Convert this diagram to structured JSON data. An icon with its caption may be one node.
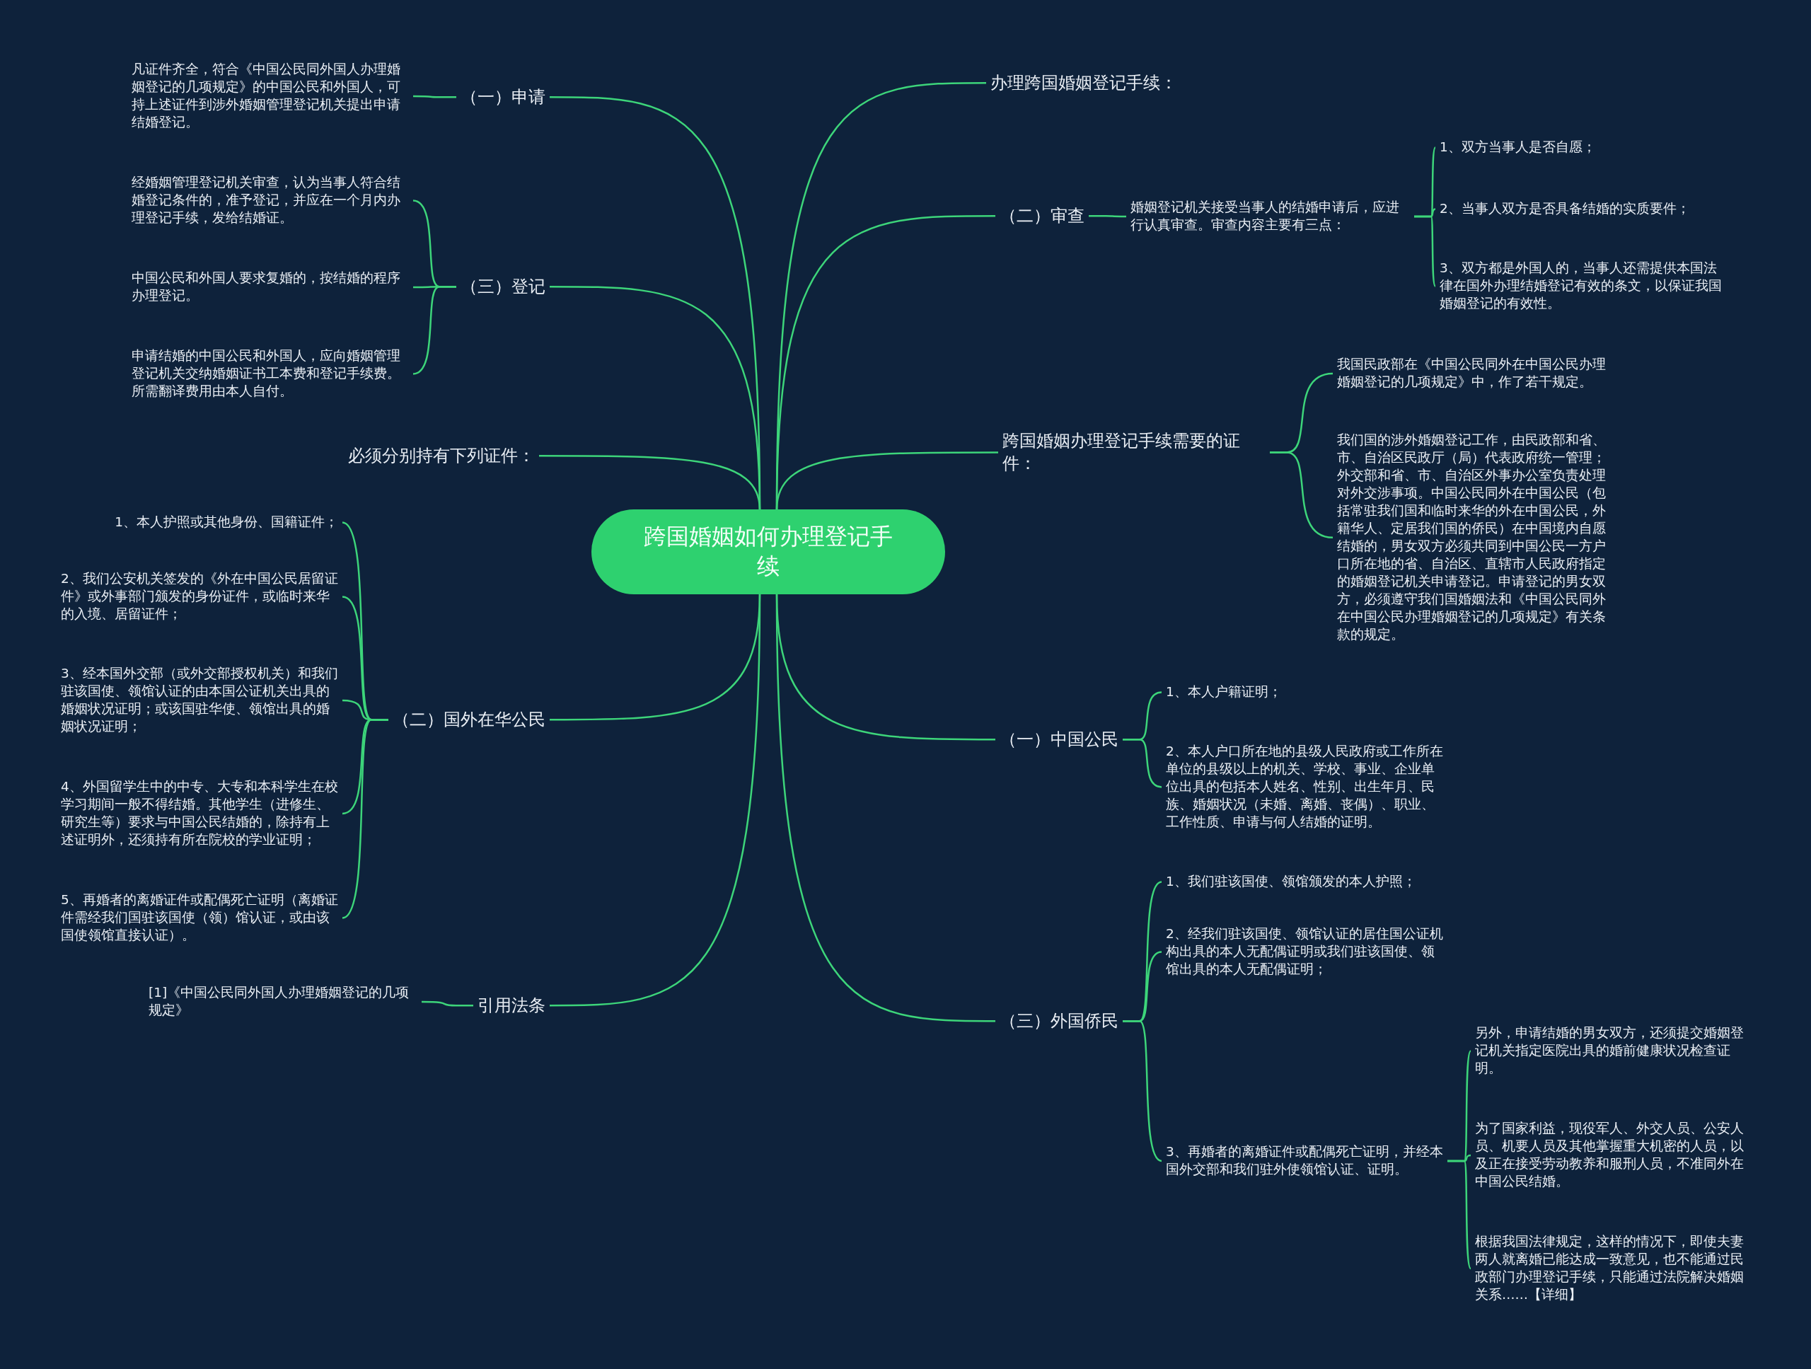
{
  "diagram": {
    "nodes": [
      {
        "text": [
          "跨国婚姻如何办理登记手续"
        ]
      },
      {
        "text": [
          "（一）申请"
        ]
      },
      {
        "text": [
          "凡证件齐全，符合《中国公民同外国人办理婚姻登记的几项规定》的中国公民和外国人，可持上述证件到涉外婚姻管理登记机关提出申请结婚登记。"
        ]
      },
      {
        "text": [
          "（三）登记"
        ]
      },
      {
        "text": [
          "经婚姻管理登记机关审查，认为当事人符合结婚登记条件的，准予登记，并应在一个月内办理登记手续，发给结婚证。"
        ]
      },
      {
        "text": [
          "中国公民和外国人要求复婚的，按结婚的程序办理登记。"
        ]
      },
      {
        "text": [
          "申请结婚的中国公民和外国人，应向婚姻管理登记机关交纳婚姻证书工本费和登记手续费。所需翻译费用由本人自付。"
        ]
      },
      {
        "text": [
          "必须分别持有下列证件："
        ]
      },
      {
        "text": [
          "（二）国外在华公民"
        ]
      },
      {
        "text": [
          "1、本人护照或其他身份、国籍证件；"
        ]
      },
      {
        "text": [
          "2、我们公安机关签发的《外在中国公民居留证件》或外事部门颁发的身份证件，或临时来华的入境、居留证件；"
        ]
      },
      {
        "text": [
          "3、经本国外交部（或外交部授权机关）和我们驻该国使、领馆认证的由本国公证机关出具的婚姻状况证明；或该国驻华使、领馆出具的婚姻状况证明；"
        ]
      },
      {
        "text": [
          "4、外国留学生中的中专、大专和本科学生在校学习期间一般不得结婚。其他学生（进修生、研究生等）要求与中国公民结婚的，除持有上述证明外，还须持有所在院校的学业证明；"
        ]
      },
      {
        "text": [
          "5、再婚者的离婚证件或配偶死亡证明（离婚证件需经我们国驻该国使（领）馆认证，或由该国使领馆直接认证）。"
        ]
      },
      {
        "text": [
          "引用法条"
        ]
      },
      {
        "text": [
          "[1]《中国公民同外国人办理婚姻登记的几项规定》"
        ]
      },
      {
        "text": [
          "办理跨国婚姻登记手续："
        ]
      },
      {
        "text": [
          "（二）审查"
        ]
      },
      {
        "text": [
          "婚姻登记机关接受当事人的结婚申请后，应进行认真审查。审查内容主要有三点："
        ]
      },
      {
        "text": [
          "1、双方当事人是否自愿；"
        ]
      },
      {
        "text": [
          "2、当事人双方是否具备结婚的实质要件；"
        ]
      },
      {
        "text": [
          "3、双方都是外国人的，当事人还需提供本国法律在国外办理结婚登记有效的条文，以保证我国婚姻登记的有效性。"
        ]
      },
      {
        "text": [
          "跨国婚姻办理登记手续需要的证件："
        ]
      },
      {
        "text": [
          "我国民政部在《中国公民同外在中国公民办理婚姻登记的几项规定》中，作了若干规定。"
        ]
      },
      {
        "text": [
          "我们国的涉外婚姻登记工作，由民政部和省、市、自治区民政厅（局）代表政府统一管理；外交部和省、市、自治区外事办公室负责处理对外交涉事项。中国公民同外在中国公民（包括常驻我们国和临时来华的外在中国公民，外籍华人、定居我们国的侨民）在中国境内自愿结婚的，男女双方必须共同到中国公民一方户口所在地的省、自治区、直辖市人民政府指定的婚姻登记机关申请登记。申请登记的男女双方，必须遵守我们国婚姻法和《中国公民同外在中国公民办理婚姻登记的几项规定》有关条款的规定。"
        ]
      },
      {
        "text": [
          "（一）中国公民"
        ]
      },
      {
        "text": [
          "1、本人户籍证明；"
        ]
      },
      {
        "text": [
          "2、本人户口所在地的县级人民政府或工作所在单位的县级以上的机关、学校、事业、企业单位出具的包括本人姓名、性别、出生年月、民族、婚姻状况（未婚、离婚、丧偶）、职业、工作性质、申请与何人结婚的证明。"
        ]
      },
      {
        "text": [
          "（三）外国侨民"
        ]
      },
      {
        "text": [
          "1、我们驻该国使、领馆颁发的本人护照；"
        ]
      },
      {
        "text": [
          "2、经我们驻该国使、领馆认证的居住国公证机构出具的本人无配偶证明或我们驻该国使、领馆出具的本人无配偶证明；"
        ]
      },
      {
        "text": [
          "3、再婚者的离婚证件或配偶死亡证明，并经本国外交部和我们驻外使领馆认证、证明。"
        ]
      },
      {
        "text": [
          "另外，申请结婚的男女双方，还须提交婚姻登记机关指定医院出具的婚前健康状况检查证明。"
        ]
      },
      {
        "text": [
          "为了国家利益，现役军人、外交人员、公安人员、机要人员及其他掌握重大机密的人员，以及正在接受劳动教养和服刑人员，不准同外在中国公民结婚。"
        ]
      },
      {
        "text": [
          "根据我国法律规定，这样的情况下，即使夫妻两人就离婚已能达成一致意见，也不能通过民政部门办理登记手续，只能通过法院解决婚姻关系……【详细】"
        ]
      }
    ],
    "edges": [
      {
        "from": 0,
        "to": 1,
        "arrow": "none"
      },
      {
        "from": 1,
        "to": 2,
        "arrow": "none"
      },
      {
        "from": 0,
        "to": 3,
        "arrow": "none"
      },
      {
        "from": 3,
        "to": 4,
        "arrow": "none"
      },
      {
        "from": 3,
        "to": 5,
        "arrow": "none"
      },
      {
        "from": 3,
        "to": 6,
        "arrow": "none"
      },
      {
        "from": 0,
        "to": 7,
        "arrow": "none"
      },
      {
        "from": 0,
        "to": 8,
        "arrow": "none"
      },
      {
        "from": 8,
        "to": 9,
        "arrow": "none"
      },
      {
        "from": 8,
        "to": 10,
        "arrow": "none"
      },
      {
        "from": 8,
        "to": 11,
        "arrow": "none"
      },
      {
        "from": 8,
        "to": 12,
        "arrow": "none"
      },
      {
        "from": 8,
        "to": 13,
        "arrow": "none"
      },
      {
        "from": 0,
        "to": 14,
        "arrow": "none"
      },
      {
        "from": 14,
        "to": 15,
        "arrow": "none"
      },
      {
        "from": 0,
        "to": 16,
        "arrow": "none"
      },
      {
        "from": 0,
        "to": 17,
        "arrow": "none"
      },
      {
        "from": 17,
        "to": 18,
        "arrow": "none"
      },
      {
        "from": 18,
        "to": 19,
        "arrow": "none"
      },
      {
        "from": 18,
        "to": 20,
        "arrow": "none"
      },
      {
        "from": 18,
        "to": 21,
        "arrow": "none"
      },
      {
        "from": 0,
        "to": 22,
        "arrow": "none"
      },
      {
        "from": 22,
        "to": 23,
        "arrow": "none"
      },
      {
        "from": 22,
        "to": 24,
        "arrow": "none"
      },
      {
        "from": 0,
        "to": 25,
        "arrow": "none"
      },
      {
        "from": 25,
        "to": 26,
        "arrow": "none"
      },
      {
        "from": 25,
        "to": 27,
        "arrow": "none"
      },
      {
        "from": 0,
        "to": 28,
        "arrow": "none"
      },
      {
        "from": 28,
        "to": 29,
        "arrow": "none"
      },
      {
        "from": 28,
        "to": 30,
        "arrow": "none"
      },
      {
        "from": 28,
        "to": 31,
        "arrow": "none"
      },
      {
        "from": 31,
        "to": 32,
        "arrow": "none"
      },
      {
        "from": 31,
        "to": 33,
        "arrow": "none"
      },
      {
        "from": 31,
        "to": 34,
        "arrow": "none"
      }
    ]
  }
}
